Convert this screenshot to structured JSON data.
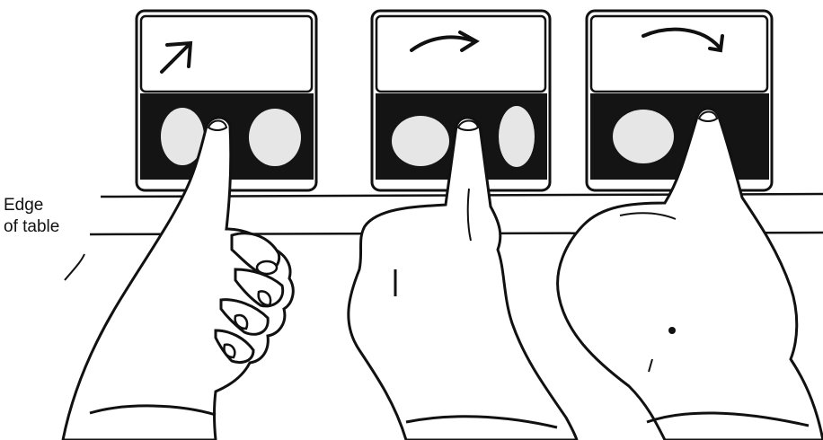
{
  "figure": {
    "label_line1": "Edge",
    "label_line2": "of table",
    "panels": [
      {
        "arrow": "short-diagonal-arrow",
        "finger_position": "between-tiles"
      },
      {
        "arrow": "curved-right-arrow",
        "finger_position": "center-between-tiles"
      },
      {
        "arrow": "long-curved-arrow",
        "finger_position": "right-tile"
      }
    ]
  },
  "colors": {
    "ink": "#111111",
    "paper": "#ffffff",
    "pad_fill": "#141414",
    "light_spot": "#e8e8e8"
  }
}
